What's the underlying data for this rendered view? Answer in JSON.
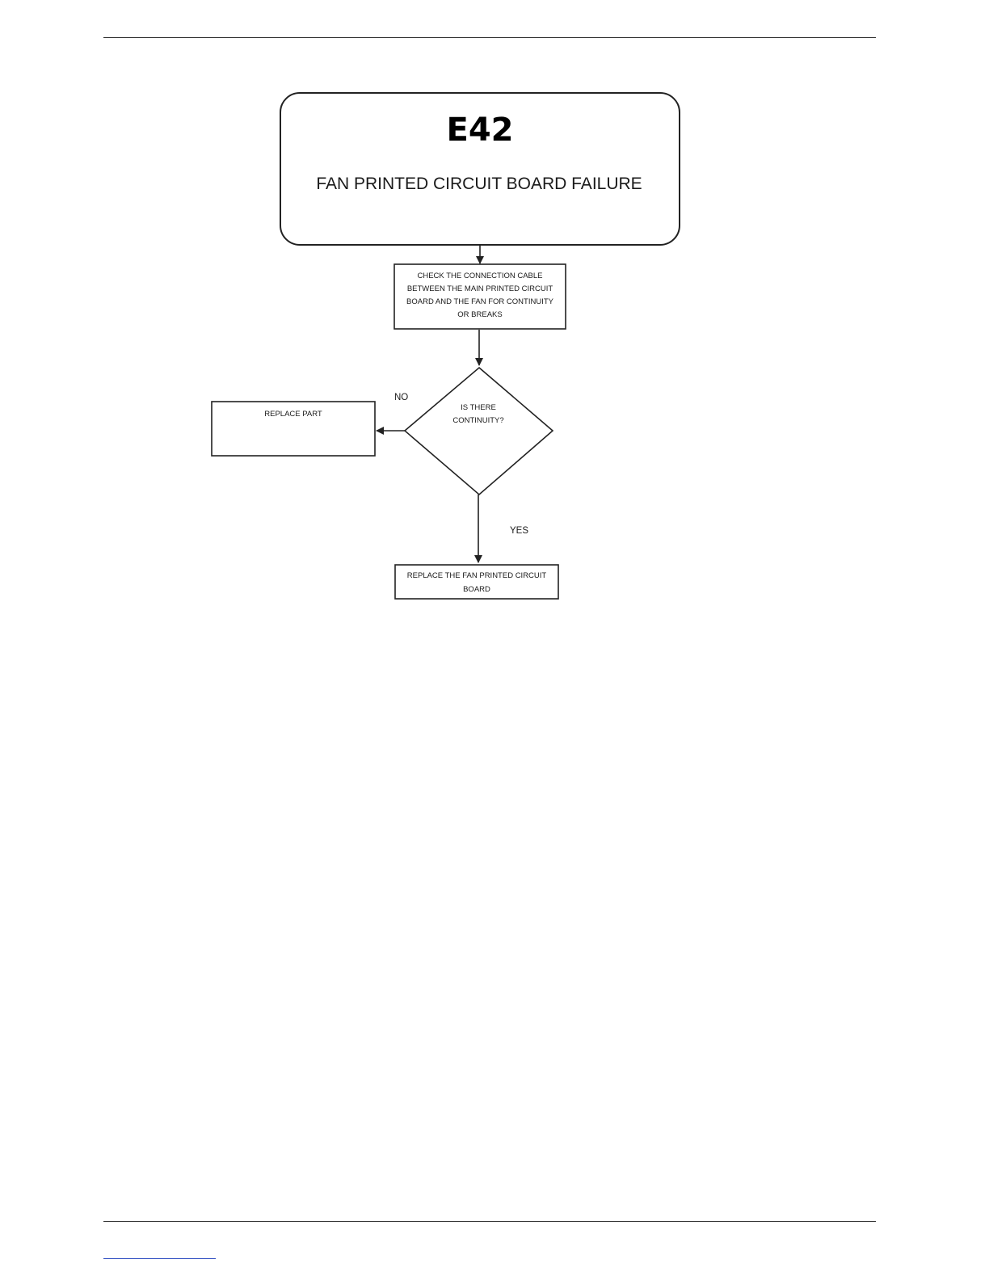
{
  "diagram": {
    "start": {
      "code": "E42",
      "title": "FAN PRINTED CIRCUIT BOARD FAILURE"
    },
    "check_step": {
      "lines": [
        "CHECK THE CONNECTION CABLE",
        "BETWEEN THE MAIN PRINTED CIRCUIT",
        "BOARD AND THE FAN FOR CONTINUITY",
        "OR BREAKS"
      ]
    },
    "decision": {
      "lines": [
        "IS THERE",
        "CONTINUITY?"
      ]
    },
    "no_branch": {
      "label": "NO",
      "target_lines": [
        "REPLACE PART"
      ]
    },
    "yes_branch": {
      "label": "YES",
      "target_lines": [
        "REPLACE THE FAN PRINTED CIRCUIT",
        "BOARD"
      ]
    }
  },
  "colors": {
    "stroke": "#222222",
    "link": "#3a57c4"
  }
}
